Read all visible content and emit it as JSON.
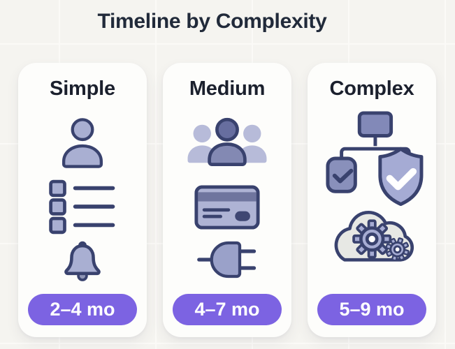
{
  "page": {
    "title": "Timeline by Complexity"
  },
  "colors": {
    "page_background": "#F5F4F0",
    "card_background": "#FDFDFB",
    "title_navy": "#212A3A",
    "icon_outline_navy": "#39426E",
    "icon_fill_periwinkle": "#A9AFD2",
    "icon_fill_dark_indigo": "#7A81AD",
    "accent_badge_purple": "#7C63E2",
    "badge_text": "#FFFFFF",
    "cloud_fill": "#E7E8E4"
  },
  "cards": [
    {
      "title": "Simple",
      "badge": "2–4 mo",
      "icons": [
        "user-icon",
        "checklist-icon",
        "bell-icon"
      ]
    },
    {
      "title": "Medium",
      "badge": "4–7 mo",
      "icons": [
        "users-group-icon",
        "credit-card-icon",
        "power-plug-icon"
      ]
    },
    {
      "title": "Complex",
      "badge": "5–9 mo",
      "icons": [
        "org-chart-shield-icon",
        "cloud-gears-icon"
      ]
    }
  ]
}
